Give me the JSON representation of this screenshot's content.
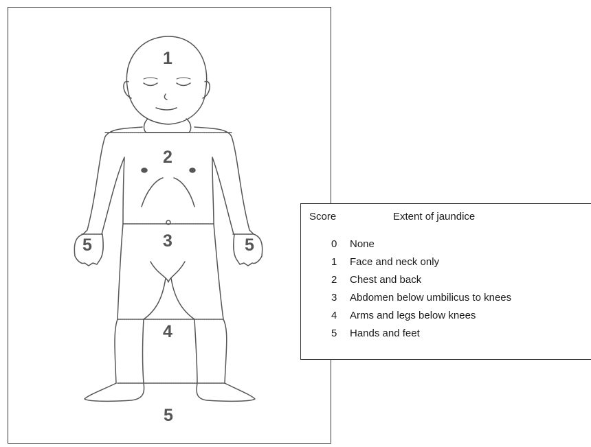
{
  "figure": {
    "zone_labels": {
      "head": "1",
      "chest": "2",
      "abdomen": "3",
      "legs": "4",
      "hand_left": "5",
      "hand_right": "5",
      "feet": "5"
    }
  },
  "table": {
    "header_score": "Score",
    "header_extent": "Extent of jaundice",
    "rows": [
      {
        "score": "0",
        "extent": "None"
      },
      {
        "score": "1",
        "extent": "Face and neck only"
      },
      {
        "score": "2",
        "extent": "Chest and back"
      },
      {
        "score": "3",
        "extent": "Abdomen below umbilicus to knees"
      },
      {
        "score": "4",
        "extent": "Arms and legs below knees"
      },
      {
        "score": "5",
        "extent": "Hands and feet"
      }
    ]
  }
}
